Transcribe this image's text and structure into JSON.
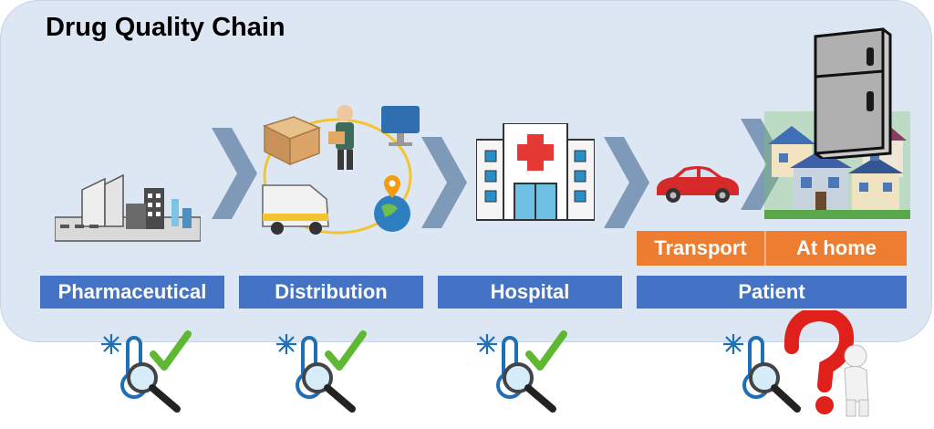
{
  "title": "Drug Quality Chain",
  "stages": [
    {
      "label": "Pharmaceutical"
    },
    {
      "label": "Distribution"
    },
    {
      "label": "Hospital"
    },
    {
      "label": "Patient"
    }
  ],
  "patient_substages": [
    {
      "label": "Transport"
    },
    {
      "label": "At home"
    }
  ],
  "colors": {
    "stage_bar": "#4472c4",
    "substage_bar": "#ed7d31",
    "chevron": "#7f9ab8",
    "check": "#5fb832",
    "question": "#e0201b"
  },
  "monitoring_status": [
    "check",
    "check",
    "check",
    "question"
  ]
}
